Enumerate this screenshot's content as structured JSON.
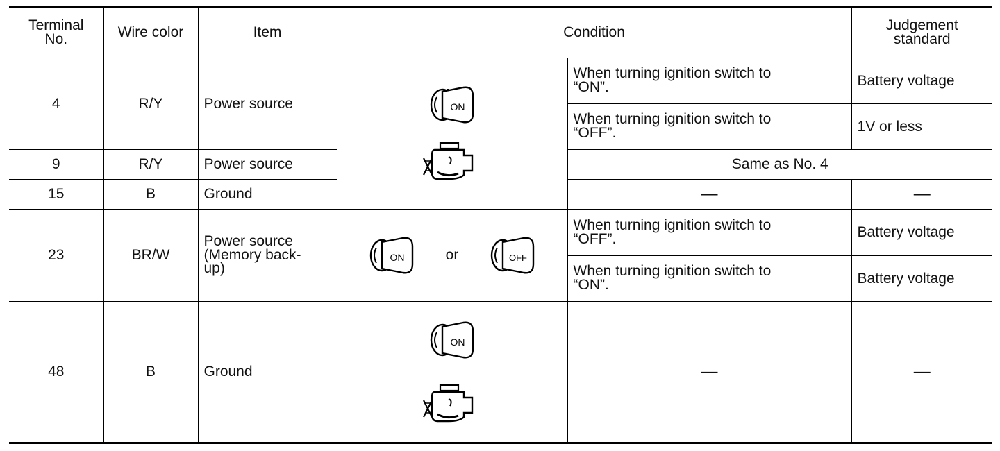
{
  "header": {
    "terminal_no": "Terminal\nNo.",
    "wire_color": "Wire color",
    "item": "Item",
    "condition": "Condition",
    "judgement": "Judgement\nstandard"
  },
  "rows": [
    {
      "terminal": "4",
      "wire": "R/Y",
      "item": "Power source",
      "cond_a": "When turning ignition switch to\n“ON”.",
      "judge_a": "Battery voltage",
      "cond_b": "When turning ignition switch to\n“OFF”.",
      "judge_b": "1V or less"
    },
    {
      "terminal": "9",
      "wire": "R/Y",
      "item": "Power source",
      "cond_merged": "Same as No. 4"
    },
    {
      "terminal": "15",
      "wire": "B",
      "item": "Ground",
      "cond": "—",
      "judge": "—"
    },
    {
      "terminal": "23",
      "wire": "BR/W",
      "item": "Power source\n(Memory back-\nup)",
      "icon_or": "or",
      "cond_a": "When turning ignition switch to\n“OFF”.",
      "judge_a": "Battery voltage",
      "cond_b": "When turning ignition switch to\n“ON”.",
      "judge_b": "Battery voltage"
    },
    {
      "terminal": "48",
      "wire": "B",
      "item": "Ground",
      "cond": "—",
      "judge": "—"
    }
  ],
  "icons": {
    "key_on_label": "ON",
    "key_off_label": "OFF",
    "key_on": "ignition-key-on-icon",
    "key_off": "ignition-key-off-icon",
    "engine_stopped": "engine-stopped-icon"
  }
}
